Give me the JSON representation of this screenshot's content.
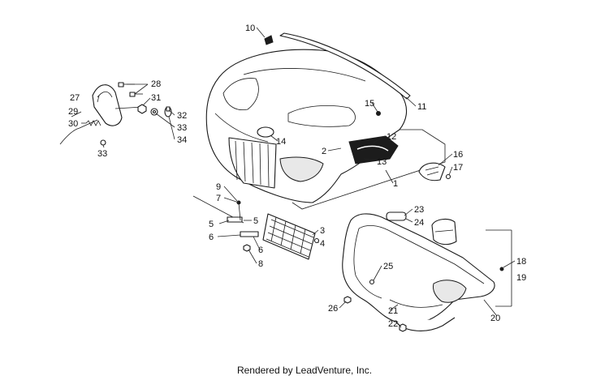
{
  "footer": {
    "text": "Rendered by LeadVenture, Inc."
  },
  "callouts": {
    "c1": "1",
    "c2": "2",
    "c3": "3",
    "c4": "4",
    "c5a": "5",
    "c5b": "5",
    "c6a": "6",
    "c6b": "6",
    "c7": "7",
    "c8": "8",
    "c9": "9",
    "c10": "10",
    "c11": "11",
    "c12": "12",
    "c13": "13",
    "c14": "14",
    "c15": "15",
    "c16": "16",
    "c17": "17",
    "c18": "18",
    "c19": "19",
    "c20": "20",
    "c21": "21",
    "c22": "22",
    "c23": "23",
    "c24": "24",
    "c25": "25",
    "c26": "26",
    "c27": "27",
    "c28": "28",
    "c29": "29",
    "c30": "30",
    "c31": "31",
    "c32": "32",
    "c33a": "33",
    "c33b": "33",
    "c34": "34"
  },
  "colors": {
    "line": "#1a1a1a",
    "background": "#ffffff",
    "accent_dark": "#1c1c1c"
  }
}
